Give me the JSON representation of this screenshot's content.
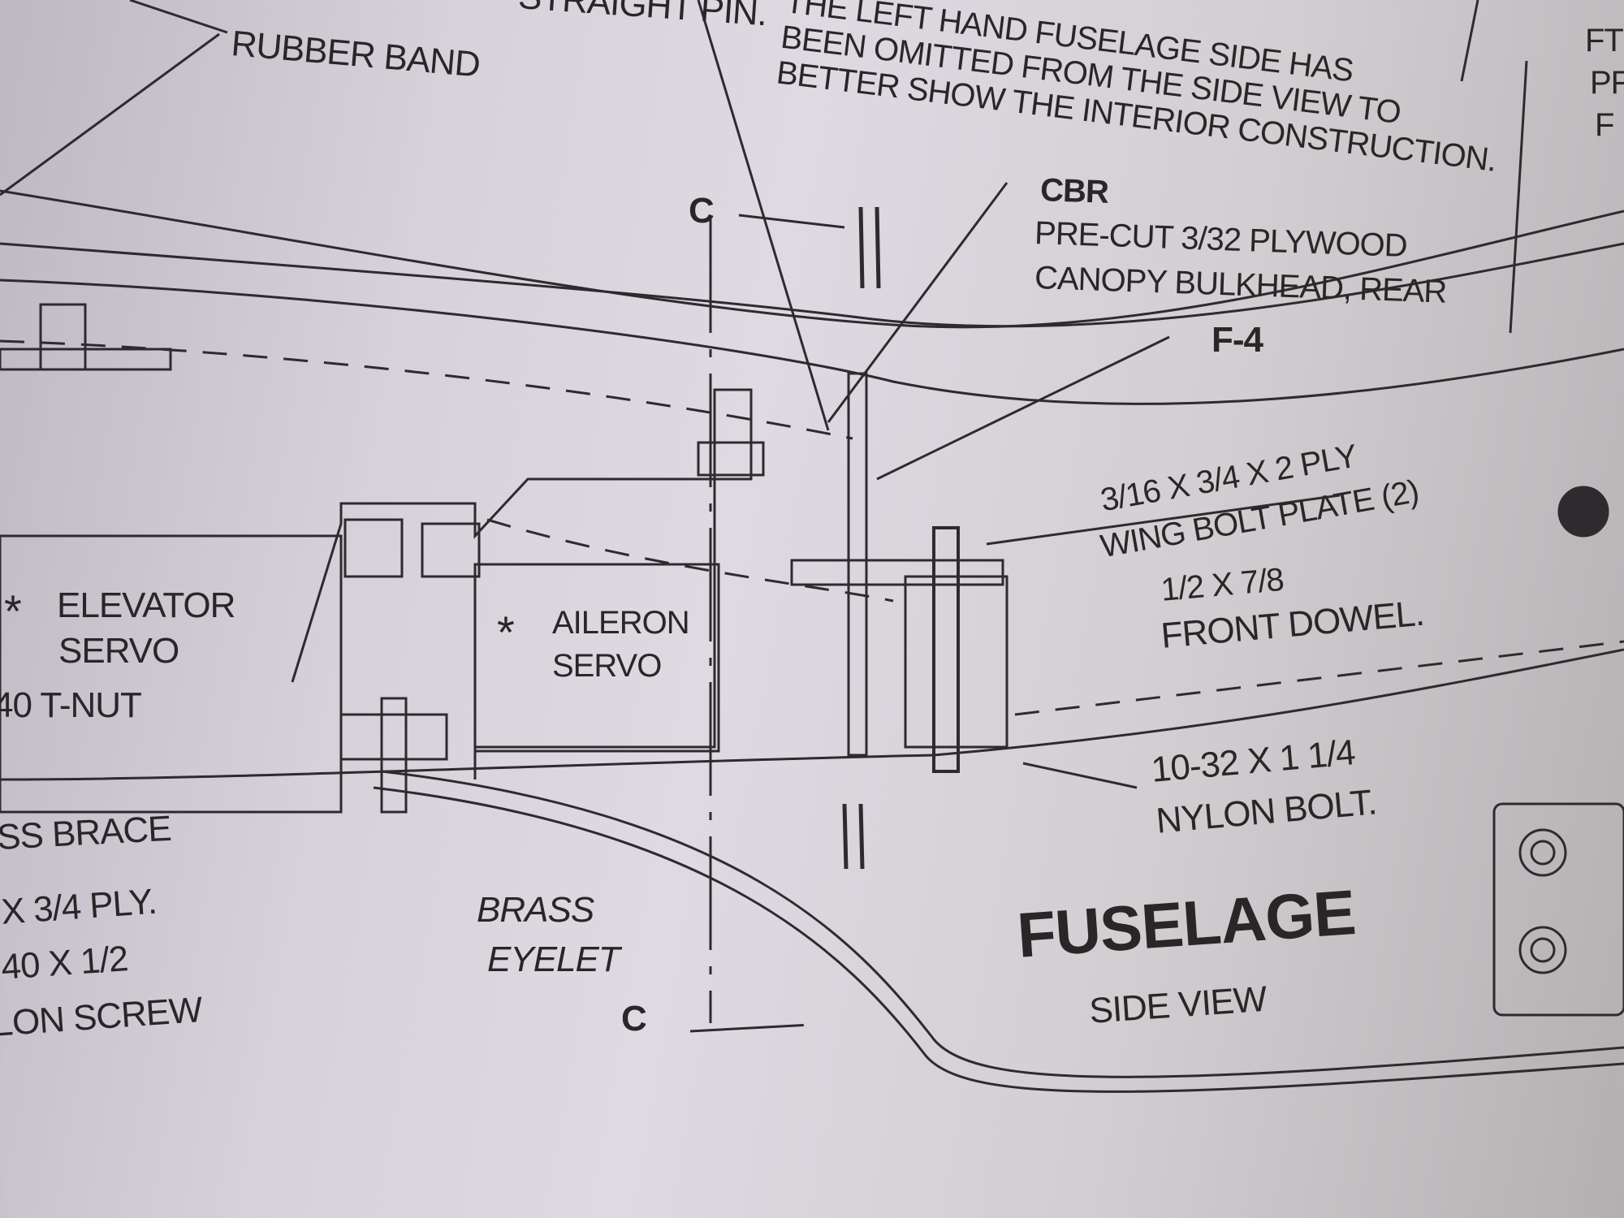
{
  "labels": {
    "straight_pin": "STRAIGHT PIN.",
    "rubber_band": "RUBBER BAND",
    "note": [
      "THE LEFT HAND FUSELAGE SIDE HAS",
      "BEEN OMITTED FROM THE SIDE VIEW TO",
      "BETTER SHOW THE INTERIOR CONSTRUCTION."
    ],
    "cbr": "CBR",
    "cbr_desc": [
      "PRE-CUT 3/32 PLYWOOD",
      "CANOPY BULKHEAD, REAR"
    ],
    "f4": "F-4",
    "wing_bolt_plate": [
      "3/16 X 3/4 X 2 PLY",
      "WING BOLT PLATE (2)"
    ],
    "front_dowel": [
      "1/2 X 7/8",
      "FRONT DOWEL."
    ],
    "nylon_bolt": [
      "10-32 X 1 1/4",
      "NYLON BOLT."
    ],
    "title": "FUSELAGE",
    "subtitle": "SIDE VIEW",
    "brass_eyelet": [
      "BRASS",
      "EYELET"
    ],
    "section_top": "C",
    "section_bottom": "C",
    "elevator_servo": [
      "ELEVATOR",
      "SERVO"
    ],
    "aileron_servo": [
      "AILERON",
      "SERVO"
    ],
    "asterisk": "*",
    "tnut": "40 T-NUT",
    "cross_brace": "SS BRACE",
    "ply": "X 3/4 PLY.",
    "screw": [
      "40 X 1/2",
      "LON SCREW"
    ],
    "top_right": [
      "FT",
      "PF",
      "F"
    ]
  }
}
